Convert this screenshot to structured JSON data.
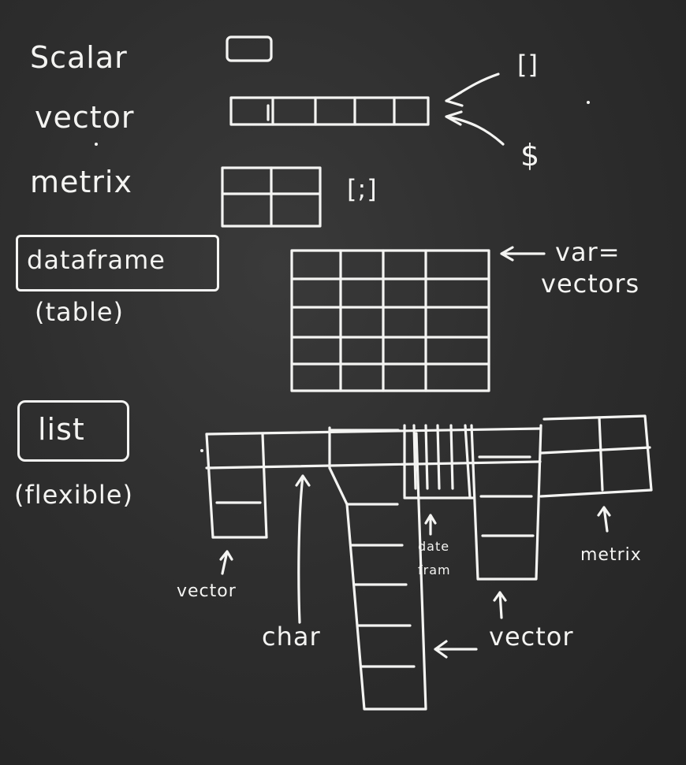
{
  "labels": {
    "scalar": "Scalar",
    "vector": "vector",
    "matrix": "metrix",
    "bracket": "[]",
    "dollar": "$",
    "matrix_index": "[;]",
    "dataframe": "dataframe",
    "dataframe_sub": "(table)",
    "var_vectors_1": "var=",
    "var_vectors_2": "vectors",
    "list": "list",
    "list_sub": "(flexible)",
    "list_vector": "vector",
    "list_char": "char",
    "list_df_1": "date",
    "list_df_2": "fram",
    "list_vector2": "vector",
    "list_matrix": "metrix"
  },
  "colors": {
    "board": "#2e2e2e",
    "chalk": "#f4f4f2"
  }
}
